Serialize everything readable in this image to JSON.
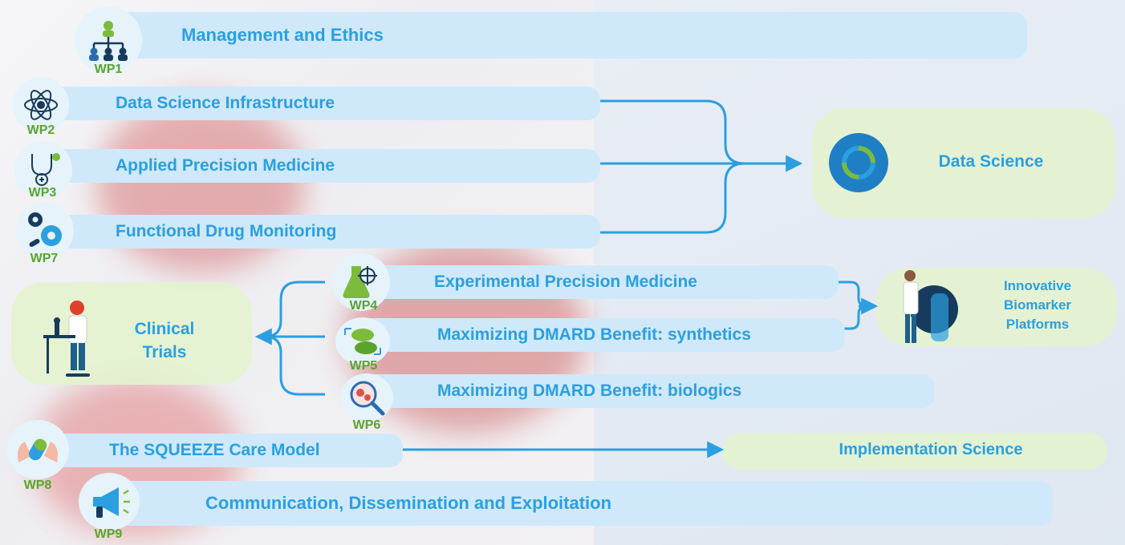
{
  "work_packages": [
    {
      "id": "WP1",
      "label": "Management and Ethics"
    },
    {
      "id": "WP2",
      "label": "Data Science Infrastructure"
    },
    {
      "id": "WP3",
      "label": "Applied Precision Medicine"
    },
    {
      "id": "WP7",
      "label": "Functional Drug Monitoring"
    },
    {
      "id": "WP4",
      "label": "Experimental Precision Medicine"
    },
    {
      "id": "WP5",
      "label": "Maximizing DMARD Benefit: synthetics"
    },
    {
      "id": "WP6",
      "label": "Maximizing DMARD Benefit: biologics"
    },
    {
      "id": "WP8",
      "label": "The SQUEEZE Care Model"
    },
    {
      "id": "WP9",
      "label": "Communication, Dissemination and Exploitation"
    }
  ],
  "outcomes": {
    "data_science": "Data Science",
    "biomarker_line1": "Innovative",
    "biomarker_line2": "Biomarker",
    "biomarker_line3": "Platforms",
    "clinical_line1": "Clinical",
    "clinical_line2": "Trials",
    "implementation": "Implementation Science"
  },
  "colors": {
    "bar": "#cfe9fb",
    "text": "#2b9fe0",
    "wp_label": "#5aa42c",
    "outcome_box": "#e3f3cf",
    "arrow": "#2b9fe0"
  },
  "icons": [
    "org-chart-icon",
    "atom-icon",
    "stethoscope-icon",
    "gear-pill-icon",
    "flask-target-icon",
    "pills-icon",
    "magnifier-cells-icon",
    "hands-capsule-icon",
    "megaphone-icon",
    "recycle-circle-icon",
    "scientist-icon",
    "doctor-microscope-icon"
  ]
}
